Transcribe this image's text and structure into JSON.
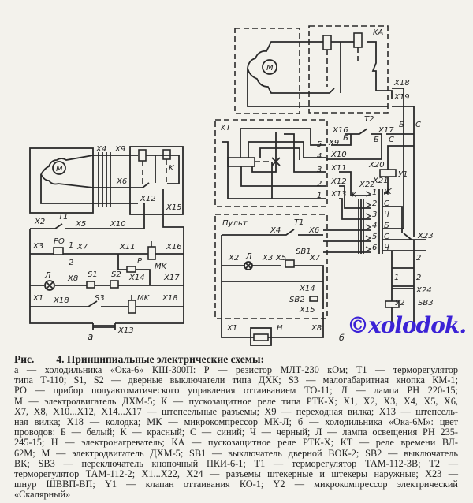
{
  "figure": {
    "title_prefix": "Рис.",
    "title": "4. Принципиальные электрические схемы:",
    "caption_lines": [
      "а — холодильника «Ока-6» КШ-300П: Р — резистор МЛТ-230 кОм; Т1 — терморегулятор",
      "типа Т-110; S1, S2 — дверные выключатели типа ДХК; S3 — малогабаритная кнопка КМ-1;",
      "РО — прибор полуавтоматического управления оттаиванием ТО-11; Л — лампа РН 220-15;",
      "М — электродвигатель ДХМ-5; К — пускозащитное реле типа РТК-Х; Х1, Х2, Х3, Х4, Х5, Х6,",
      "Х7, Х8, Х10...Х12, Х14...Х17 — штепсельные разъемы; Х9 — переходная вилка; Х13 — штепсель-",
      "ная вилка; Х18 — колодка; МК — микрокомпрессор МК-Л; б — холодильника «Ока-6М»: цвет",
      "проводов: Б — белый; К — красный; С — синий; Ч — черный; Л — лампа освещения РН 235-",
      "245-15; Н — электронагреватель; КА — пускозащитное реле РТК-Х; КТ — реле времени ВЛ-",
      "62М; М — электродвигатель ДХМ-5; SB1 — выключатель дверной ВОК-2; SB2 — выключатель",
      "ВК; SB3 — переключатель кнопочный ПКИ-6-1; Т1 — терморегулятор ТАМ-112-3В; Т2 —",
      "терморегулятор ТАМ-112-2; Х1...Х22, Х24 — разъемы штекерные и штекеры наружные; Х23 —",
      "шнур ШВВП-ВП; Y1 — клапан оттаивания КО-1; Y2 — микрокомпрессор электрический",
      "«Скалярный»"
    ]
  },
  "diagram_a": {
    "sublabel": "а",
    "motor": "M",
    "labels": {
      "x4": "X4",
      "x9": "X9",
      "x6": "X6",
      "x12": "X12",
      "x15": "X15",
      "k": "K",
      "x2": "X2",
      "t1": "T1",
      "x5": "X5",
      "x10": "X10",
      "x3": "X3",
      "po": "PO",
      "n1": "1",
      "n2": "2",
      "x7": "X7",
      "x11": "X11",
      "x16": "X16",
      "p": "P",
      "mk1": "MK",
      "lamp": "Л",
      "x8": "X8",
      "s1": "S1",
      "s2": "S2",
      "x14": "X14",
      "x17": "X17",
      "x1": "X1",
      "x18a": "X18",
      "s3": "S3",
      "mk2": "MK",
      "x18b": "X18",
      "x13": "X13"
    }
  },
  "diagram_b": {
    "sublabel": "б",
    "motor": "M",
    "labels": {
      "ka": "KA",
      "x18": "X18",
      "x19": "X19",
      "kt": "KT",
      "x16": "X16",
      "t2": "T2",
      "x17": "X17",
      "b1": "Б",
      "b2": "Б",
      "c1": "C",
      "b3": "Б",
      "c2": "C",
      "n5": "5",
      "n4": "4",
      "n3": "3",
      "n2": "2",
      "n1": "1",
      "x9": "X9",
      "x10": "X10",
      "x11": "X11",
      "x12": "X12",
      "x13": "X13",
      "x20": "X20",
      "y1": "У1",
      "x21": "X21",
      "x22": "X22",
      "k1": "K",
      "k2": "K",
      "pins": [
        "1",
        "2",
        "3",
        "4",
        "5",
        "6"
      ],
      "wires": [
        "K",
        "C",
        "Ч",
        "Б",
        "C",
        "Ч"
      ],
      "pult": "Пульт",
      "x4": "X4",
      "t1": "T1",
      "x6": "X6",
      "x2": "X2",
      "lamp": "Л",
      "x3": "X3",
      "x5": "X5",
      "sb1": "SB1",
      "x7": "X7",
      "x14": "X14",
      "sb2": "SB2",
      "x15": "X15",
      "x1": "X1",
      "h": "H",
      "x8": "X8",
      "x23": "X23",
      "p2a": "2",
      "p1": "1",
      "p2b": "2",
      "x24": "X24",
      "y2": "У2",
      "sb3": "SB3"
    }
  },
  "watermark": "©xolodok.",
  "colors": {
    "paper": "#f3f2ec",
    "ink": "#2a2a2a",
    "watermark": "#3b22d6"
  }
}
